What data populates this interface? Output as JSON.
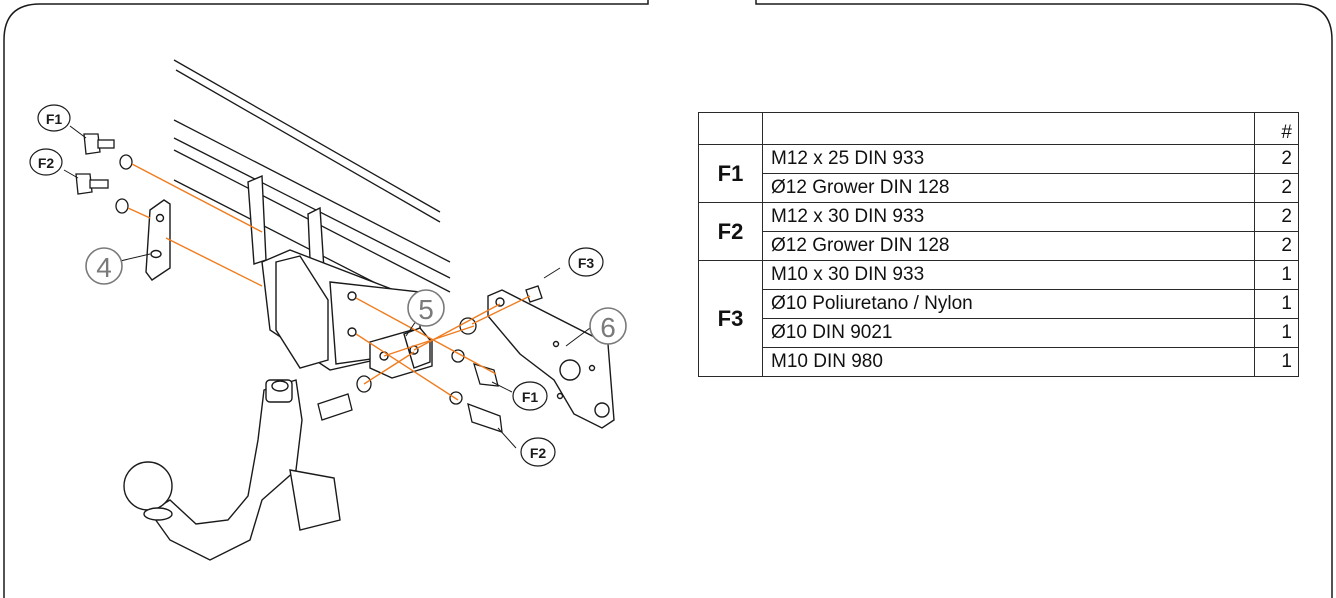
{
  "callouts": {
    "f1_top": "F1",
    "f2_top": "F2",
    "f3": "F3",
    "f1_bottom": "F1",
    "f2_bottom": "F2",
    "part4": "4",
    "part5": "5",
    "part6": "6"
  },
  "table": {
    "header_qty": "#",
    "groups": [
      {
        "code": "F1",
        "rows": [
          {
            "desc": "M12 x 25 DIN 933",
            "qty": "2"
          },
          {
            "desc": "Ø12 Grower DIN 128",
            "qty": "2"
          }
        ]
      },
      {
        "code": "F2",
        "rows": [
          {
            "desc": "M12 x 30 DIN 933",
            "qty": "2"
          },
          {
            "desc": "Ø12 Grower DIN 128",
            "qty": "2"
          }
        ]
      },
      {
        "code": "F3",
        "rows": [
          {
            "desc": "M10 x 30 DIN 933",
            "qty": "1"
          },
          {
            "desc": "Ø10 Poliuretano / Nylon",
            "qty": "1"
          },
          {
            "desc": "Ø10 DIN 9021",
            "qty": "1"
          },
          {
            "desc": "M10 DIN 980",
            "qty": "1"
          }
        ]
      }
    ]
  },
  "colors": {
    "guide_line": "#f07c1e",
    "stroke": "#1a1a1a",
    "callout_grey": "#7a7a7a"
  }
}
